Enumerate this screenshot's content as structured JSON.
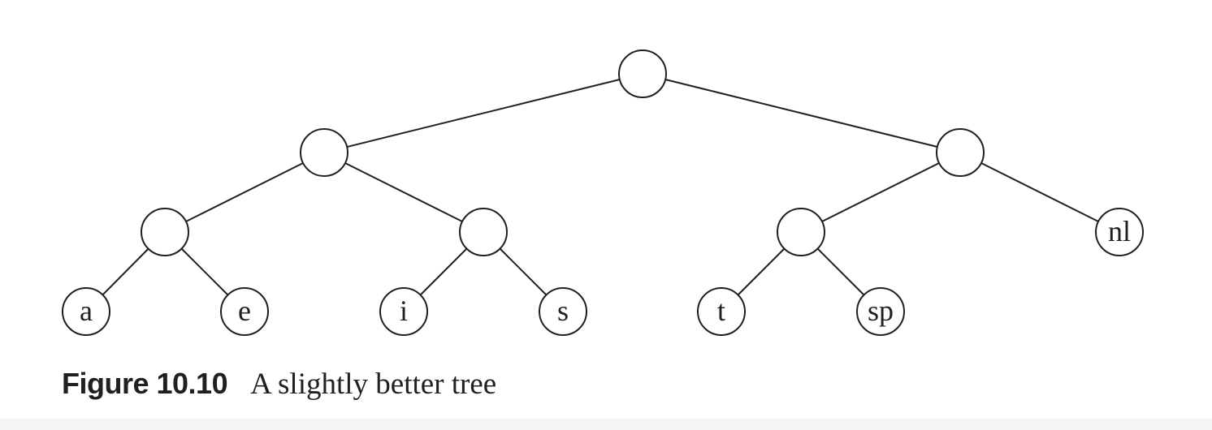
{
  "figure": {
    "label": "Figure 10.10",
    "caption": "A slightly better tree"
  },
  "tree": {
    "nodes": [
      {
        "id": "root",
        "label": ""
      },
      {
        "id": "n-l",
        "label": ""
      },
      {
        "id": "n-r",
        "label": ""
      },
      {
        "id": "n-ll",
        "label": ""
      },
      {
        "id": "n-lr",
        "label": ""
      },
      {
        "id": "n-rl",
        "label": ""
      },
      {
        "id": "leaf-nl",
        "label": "nl"
      },
      {
        "id": "leaf-a",
        "label": "a"
      },
      {
        "id": "leaf-e",
        "label": "e"
      },
      {
        "id": "leaf-i",
        "label": "i"
      },
      {
        "id": "leaf-s",
        "label": "s"
      },
      {
        "id": "leaf-t",
        "label": "t"
      },
      {
        "id": "leaf-sp",
        "label": "sp"
      }
    ],
    "edges": [
      [
        "root",
        "n-l"
      ],
      [
        "root",
        "n-r"
      ],
      [
        "n-l",
        "n-ll"
      ],
      [
        "n-l",
        "n-lr"
      ],
      [
        "n-r",
        "n-rl"
      ],
      [
        "n-r",
        "leaf-nl"
      ],
      [
        "n-ll",
        "leaf-a"
      ],
      [
        "n-ll",
        "leaf-e"
      ],
      [
        "n-lr",
        "leaf-i"
      ],
      [
        "n-lr",
        "leaf-s"
      ],
      [
        "n-rl",
        "leaf-t"
      ],
      [
        "n-rl",
        "leaf-sp"
      ]
    ]
  }
}
